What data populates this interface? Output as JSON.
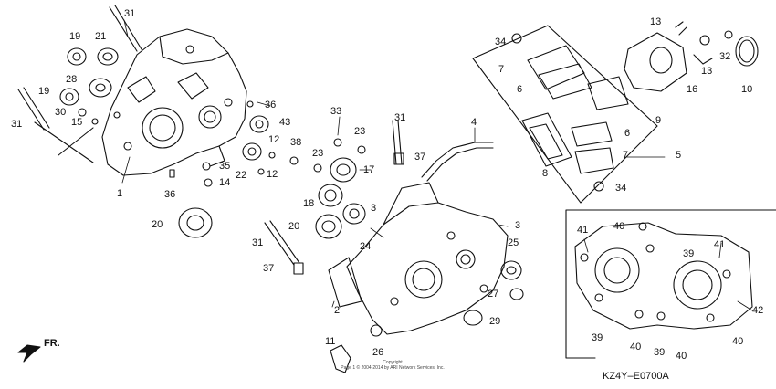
{
  "diagram": {
    "drawing_code": "KZ4Y–E0700A",
    "direction_label": "FR.",
    "copyright_line1": "Copyright",
    "copyright_line2": "Page 1 © 2004-2014 by ARI Network Services, Inc.",
    "callouts": [
      {
        "id": "c31a",
        "text": "31"
      },
      {
        "id": "c19a",
        "text": "19"
      },
      {
        "id": "c21",
        "text": "21"
      },
      {
        "id": "c28",
        "text": "28"
      },
      {
        "id": "c19b",
        "text": "19"
      },
      {
        "id": "c30",
        "text": "30"
      },
      {
        "id": "c15",
        "text": "15"
      },
      {
        "id": "c31b",
        "text": "31"
      },
      {
        "id": "c1",
        "text": "1"
      },
      {
        "id": "c36a",
        "text": "36"
      },
      {
        "id": "c43",
        "text": "43"
      },
      {
        "id": "c12a",
        "text": "12"
      },
      {
        "id": "c38",
        "text": "38"
      },
      {
        "id": "c35",
        "text": "35"
      },
      {
        "id": "c22",
        "text": "22"
      },
      {
        "id": "c12b",
        "text": "12"
      },
      {
        "id": "c14",
        "text": "14"
      },
      {
        "id": "c36b",
        "text": "36"
      },
      {
        "id": "c20a",
        "text": "20"
      },
      {
        "id": "c33",
        "text": "33"
      },
      {
        "id": "c23a",
        "text": "23"
      },
      {
        "id": "c31c",
        "text": "31"
      },
      {
        "id": "c23b",
        "text": "23"
      },
      {
        "id": "c37a",
        "text": "37"
      },
      {
        "id": "c17",
        "text": "17"
      },
      {
        "id": "c18",
        "text": "18"
      },
      {
        "id": "c3a",
        "text": "3"
      },
      {
        "id": "c20b",
        "text": "20"
      },
      {
        "id": "c24",
        "text": "24"
      },
      {
        "id": "c31d",
        "text": "31"
      },
      {
        "id": "c37b",
        "text": "37"
      },
      {
        "id": "c3b",
        "text": "3"
      },
      {
        "id": "c25",
        "text": "25"
      },
      {
        "id": "c2",
        "text": "2"
      },
      {
        "id": "c27",
        "text": "27"
      },
      {
        "id": "c29",
        "text": "29"
      },
      {
        "id": "c11",
        "text": "11"
      },
      {
        "id": "c26",
        "text": "26"
      },
      {
        "id": "c4",
        "text": "4"
      },
      {
        "id": "c34a",
        "text": "34"
      },
      {
        "id": "c7a",
        "text": "7"
      },
      {
        "id": "c6a",
        "text": "6"
      },
      {
        "id": "c8",
        "text": "8"
      },
      {
        "id": "c6b",
        "text": "6"
      },
      {
        "id": "c7b",
        "text": "7"
      },
      {
        "id": "c5",
        "text": "5"
      },
      {
        "id": "c34b",
        "text": "34"
      },
      {
        "id": "c13a",
        "text": "13"
      },
      {
        "id": "c13b",
        "text": "13"
      },
      {
        "id": "c32",
        "text": "32"
      },
      {
        "id": "c16",
        "text": "16"
      },
      {
        "id": "c10",
        "text": "10"
      },
      {
        "id": "c9",
        "text": "9"
      },
      {
        "id": "c40a",
        "text": "40"
      },
      {
        "id": "c41a",
        "text": "41"
      },
      {
        "id": "c39a",
        "text": "39"
      },
      {
        "id": "c41b",
        "text": "41"
      },
      {
        "id": "c42",
        "text": "42"
      },
      {
        "id": "c39b",
        "text": "39"
      },
      {
        "id": "c40b",
        "text": "40"
      },
      {
        "id": "c39c",
        "text": "39"
      },
      {
        "id": "c40c",
        "text": "40"
      },
      {
        "id": "c40d",
        "text": "40"
      }
    ]
  }
}
